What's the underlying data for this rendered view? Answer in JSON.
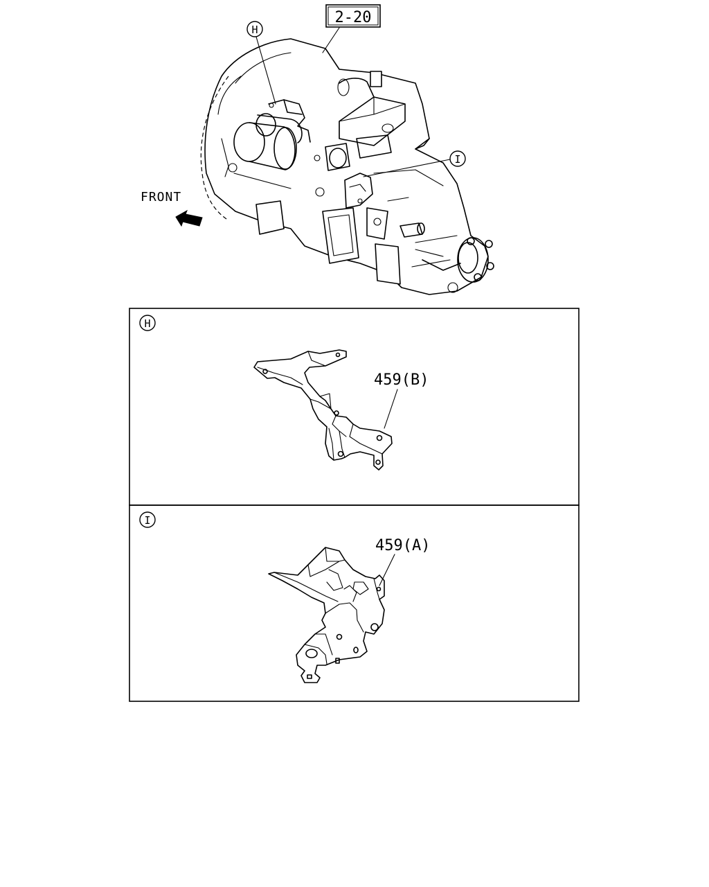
{
  "reference_box": "2-20",
  "callout_h": "H",
  "callout_i": "I",
  "front_label": "FRONT",
  "panel_h": {
    "marker": "H",
    "part_label": "459(B)"
  },
  "panel_i": {
    "marker": "I",
    "part_label": "459(A)"
  }
}
